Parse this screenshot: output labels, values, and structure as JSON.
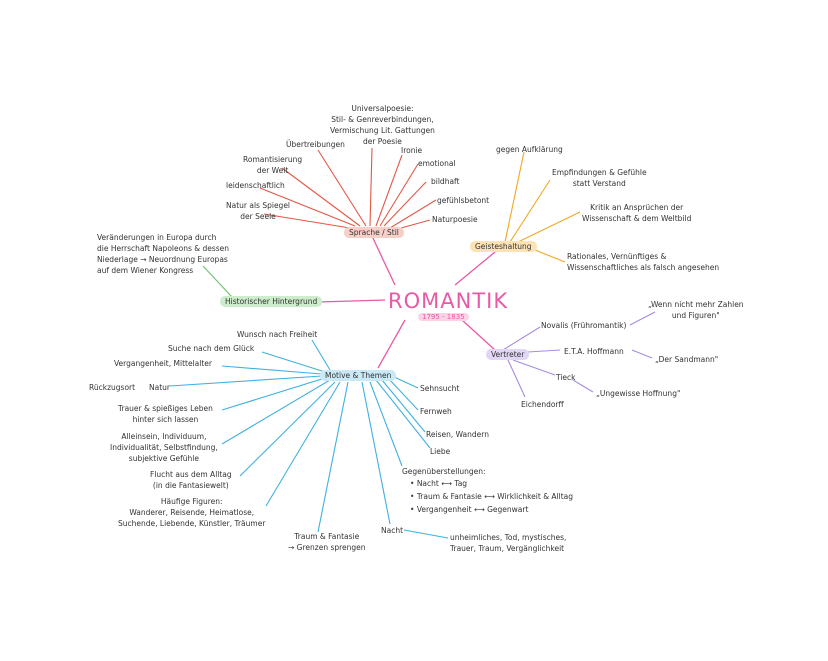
{
  "center": {
    "title": "ROMANTIK",
    "years": "1795 - 1835"
  },
  "colors": {
    "sprache": "#e25847",
    "geist": "#f0a820",
    "vertreter": "#a68be0",
    "motive": "#40b0e0",
    "hist": "#70c070",
    "center": "#e75aa5"
  },
  "hubs": {
    "sprache": "Sprache / Stil",
    "geist": "Geisteshaltung",
    "vertreter": "Vertreter",
    "motive": "Motive & Themen",
    "hist": "Historischer Hintergrund"
  },
  "sprache_items": {
    "universal": [
      "Universalpoesie:",
      "Stil- & Genreverbindungen,",
      "Vermischung Lit. Gattungen",
      "der Poesie"
    ],
    "uebertreibung": "Übertreibungen",
    "ironie": "Ironie",
    "romantisierung": [
      "Romantisierung",
      "der Welt"
    ],
    "emotional": "emotional",
    "leidenschaft": "leidenschaftlich",
    "bildhaft": "bildhaft",
    "natur": [
      "Natur als Spiegel",
      "der Seele"
    ],
    "gefuehl": "gefühlsbetont",
    "naturpoesie": "Naturpoesie"
  },
  "geist_items": {
    "aufklaerung": "gegen Aufklärung",
    "empfindungen": [
      "Empfindungen & Gefühle",
      "statt Verstand"
    ],
    "kritik": [
      "Kritik an Ansprüchen der",
      "Wissenschaft & dem Weltbild"
    ],
    "rationales": [
      "Rationales, Vernünftiges &",
      "Wissenschaftliches als falsch angesehen"
    ]
  },
  "hist_item": [
    "Veränderungen in Europa durch",
    "die Herrschaft Napoleons & dessen",
    "Niederlage → Neuordnung Europas",
    "auf dem Wiener Kongress"
  ],
  "vertreter_items": {
    "novalis": "Novalis (Frühromantik)",
    "novalis_work": [
      "„Wenn nicht mehr Zahlen",
      "und Figuren\""
    ],
    "hoffmann": "E.T.A. Hoffmann",
    "hoffmann_work": "„Der Sandmann\"",
    "tieck": "Tieck",
    "tieck_work": "„Ungewisse Hoffnung\"",
    "eichendorff": "Eichendorff"
  },
  "motive_items": {
    "wunsch": "Wunsch nach Freiheit",
    "suche": "Suche nach dem Glück",
    "vergangenheit": "Vergangenheit, Mittelalter",
    "rueckzug": "Rückzugsort",
    "natur": "Natur",
    "trauer": [
      "Trauer & spießiges Leben",
      "hinter sich lassen"
    ],
    "allein": [
      "Alleinsein, Individuum,",
      "Individualität, Selbstfindung,",
      "subjektive Gefühle"
    ],
    "flucht": [
      "Flucht aus dem Alltag",
      "(in die Fantasiewelt)"
    ],
    "figuren": [
      "Häufige Figuren:",
      "Wanderer, Reisende, Heimatlose,",
      "Suchende, Liebende, Künstler, Träumer"
    ],
    "traum": [
      "Traum & Fantasie",
      "→ Grenzen sprengen"
    ],
    "nacht": "Nacht",
    "nacht_detail": [
      "unheimliches, Tod, mystisches,",
      "Trauer, Traum, Vergänglichkeit"
    ],
    "sehnsucht": "Sehnsucht",
    "fernweh": "Fernweh",
    "reisen": "Reisen, Wandern",
    "liebe": "Liebe",
    "gegen_title": "Gegenüberstellungen:",
    "gegen": [
      "Nacht ⟷ Tag",
      "Traum & Fantasie ⟷ Wirklichkeit & Alltag",
      "Vergangenheit ⟷ Gegenwart"
    ]
  }
}
